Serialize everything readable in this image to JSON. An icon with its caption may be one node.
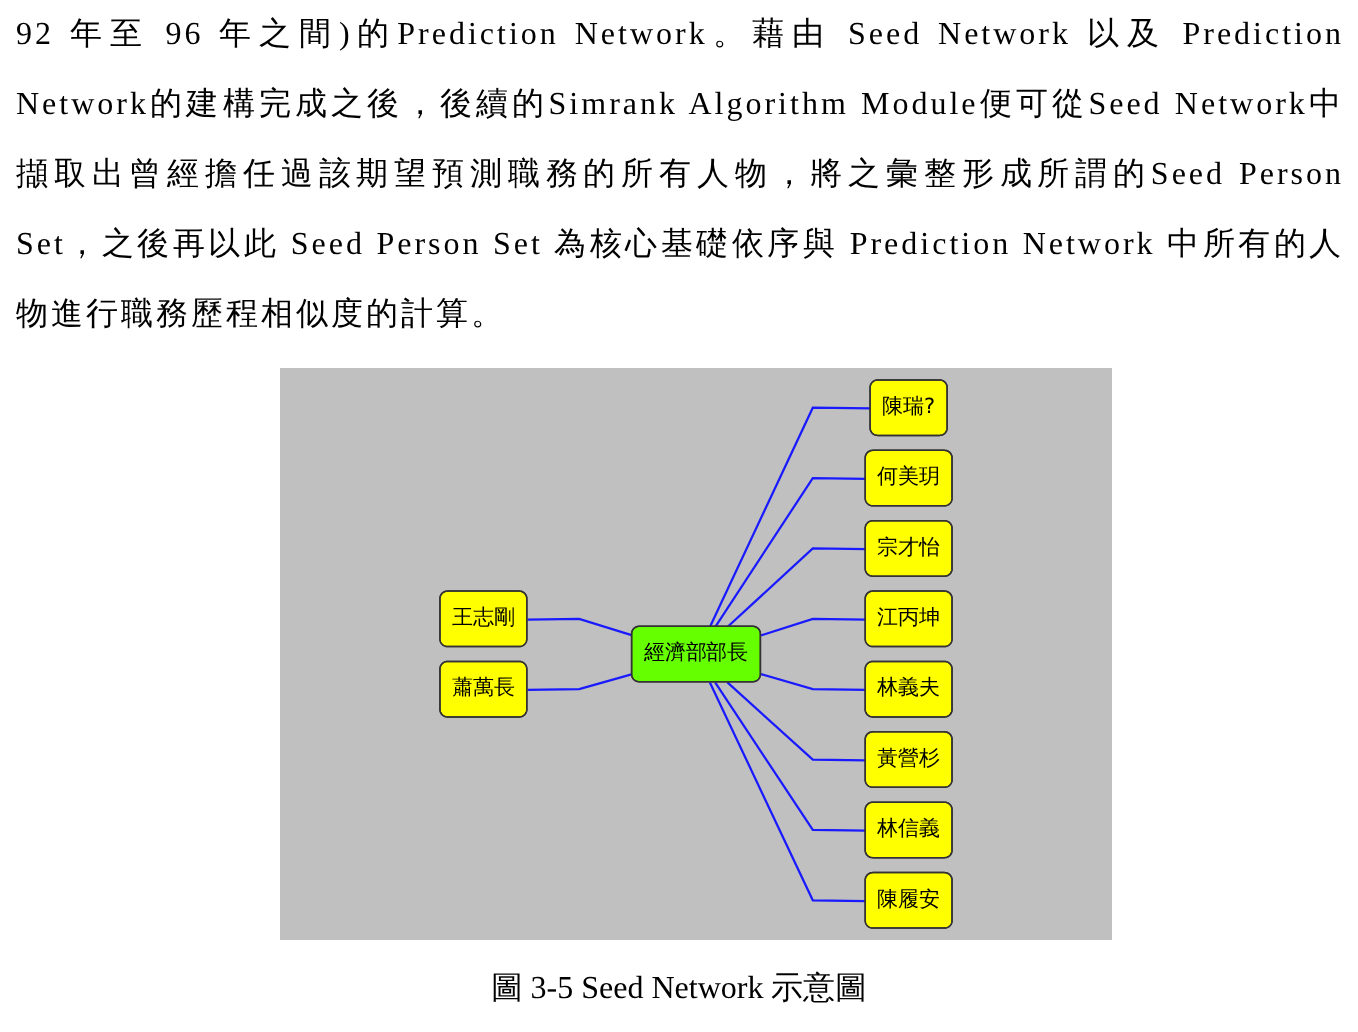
{
  "diagram": {
    "caption": "圖 3-5 Seed Network 示意圖",
    "nodes": [
      {
        "text": [
          "陳瑞?"
        ]
      },
      {
        "text": [
          "何美玥"
        ]
      },
      {
        "text": [
          "宗才怡"
        ]
      },
      {
        "text": [
          "王志剛"
        ]
      },
      {
        "text": [
          "江丙坤"
        ]
      },
      {
        "text": [
          "蕭萬長"
        ]
      },
      {
        "text": [
          "林義夫"
        ]
      },
      {
        "text": [
          "經濟部部長"
        ]
      },
      {
        "text": [
          "黃營杉"
        ]
      },
      {
        "text": [
          "林信義"
        ]
      },
      {
        "text": [
          "陳履安"
        ]
      }
    ],
    "edges": [
      {
        "from": 7,
        "to": 0,
        "arrow": "none"
      },
      {
        "from": 7,
        "to": 1,
        "arrow": "none"
      },
      {
        "from": 7,
        "to": 2,
        "arrow": "none"
      },
      {
        "from": 7,
        "to": 3,
        "arrow": "none"
      },
      {
        "from": 7,
        "to": 4,
        "arrow": "none"
      },
      {
        "from": 7,
        "to": 5,
        "arrow": "none"
      },
      {
        "from": 7,
        "to": 6,
        "arrow": "none"
      },
      {
        "from": 7,
        "to": 8,
        "arrow": "none"
      },
      {
        "from": 7,
        "to": 9,
        "arrow": "none"
      },
      {
        "from": 7,
        "to": 10,
        "arrow": "none"
      }
    ],
    "labels": [
      "92 年至 96 年之間)的Prediction Network。藉由 Seed Network 以及 Prediction Network的建構完成之後，後續的Simrank Algorithm Module便可從Seed Network中擷取出曾經擔任過該期望預測職務的所有人物，將之彙整形成所謂的Seed Person Set，之後再以此 Seed Person Set 為核心基礎依序與 Prediction Network 中所有的人物進行職務歷程相似度的計算。"
    ]
  }
}
